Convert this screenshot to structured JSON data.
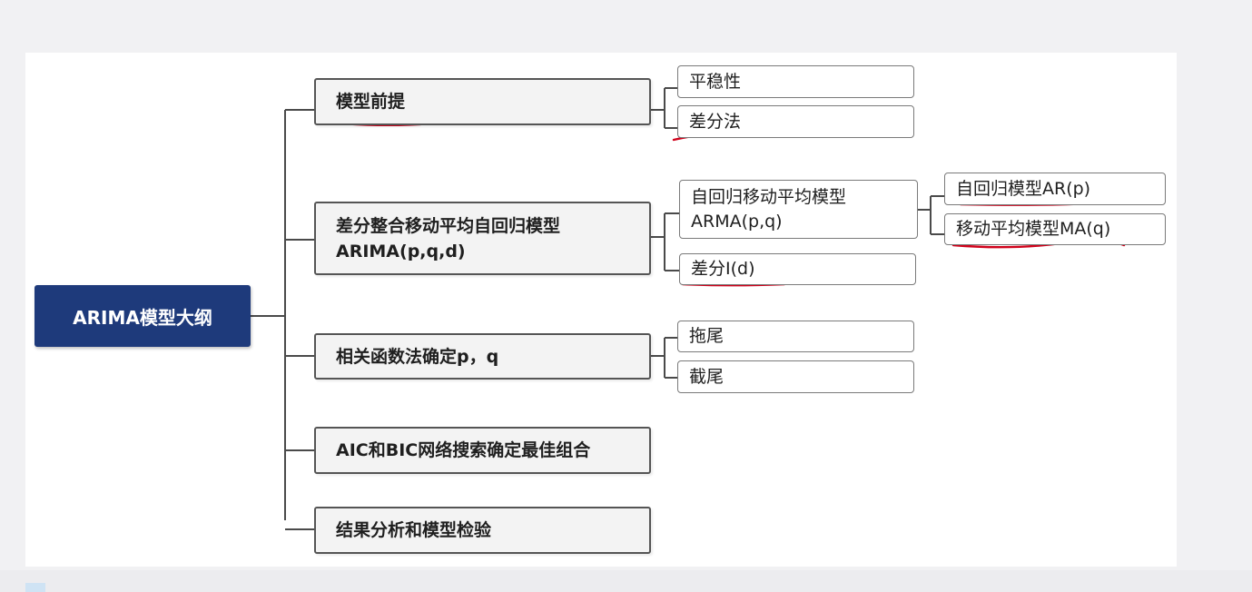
{
  "diagram": {
    "type": "mind-map",
    "root": {
      "label": "ARIMA模型大纲"
    },
    "branches": [
      {
        "label": "模型前提",
        "children": [
          "平稳性",
          "差分法"
        ]
      },
      {
        "label": "差分整合移动平均自回归模型\nARIMA(p,q,d)",
        "children": [
          "自回归移动平均模型\nARMA(p,q)",
          "差分I(d)"
        ]
      },
      {
        "label": "相关函数法确定p，q",
        "children": [
          "拖尾",
          "截尾"
        ]
      },
      {
        "label": "AIC和BIC网络搜索确定最佳组合",
        "children": []
      },
      {
        "label": "结果分析和模型检验",
        "children": []
      }
    ],
    "sub_branches": [
      {
        "parent": "自回归移动平均模型\nARMA(p,q)",
        "children": [
          "自回归模型AR(p)",
          "移动平均模型MA(q)"
        ]
      }
    ]
  },
  "colors": {
    "root_fill": "#1e3a7b",
    "connector": "#4a4a4a",
    "annotation": "#d0021b"
  }
}
